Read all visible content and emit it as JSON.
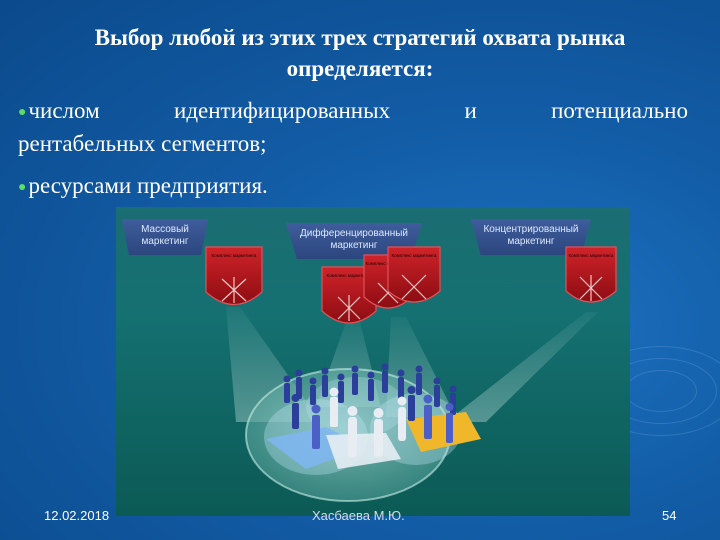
{
  "slide": {
    "title_line1": "Выбор любой из этих трех стратегий охвата рынка",
    "title_line2": "определяется:",
    "bullet1_words": [
      "числом",
      "идентифицированных",
      "и",
      "потенциально"
    ],
    "bullet1_line2": "рентабельных сегментов;",
    "bullet2": "ресурсами предприятия.",
    "bullet_symbol": "●"
  },
  "figure": {
    "banners": [
      {
        "line1": "Массовый",
        "line2": "маркетинг"
      },
      {
        "line1": "Дифференцированный",
        "line2": "маркетинг"
      },
      {
        "line1": "Концентрированный",
        "line2": "маркетинг"
      }
    ],
    "shield_labels": [
      "Комплекс маркетинга",
      "Комплекс маркетинга",
      "Комплекс маркетинга",
      "Комплекс маркетинга",
      "Комплекс маркетинга"
    ]
  },
  "footer": {
    "date": "12.02.2018",
    "author": "Хасбаева М.Ю.",
    "page": "54"
  },
  "colors": {
    "background": "#135ea8",
    "bullet": "#5ddc63",
    "shield": "#b3161c",
    "figure_bg": "#157071"
  }
}
